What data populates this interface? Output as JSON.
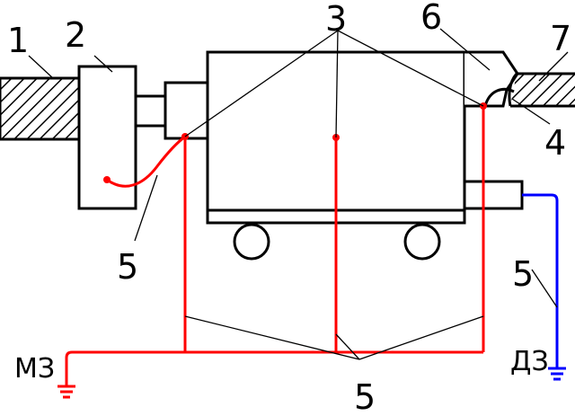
{
  "labels": {
    "l1": "1",
    "l2": "2",
    "l3": "3",
    "l4": "4",
    "l5_left": "5",
    "l5_right": "5",
    "l5_bottom": "5",
    "l6": "6",
    "l7": "7",
    "mz": "МЗ",
    "dz": "ДЗ"
  },
  "colors": {
    "outline": "#000000",
    "main_ground_wire": "#ff0000",
    "extra_ground_wire": "#0000ff",
    "hatch": "#000000"
  },
  "icons": {
    "main_ground": "ground-symbol",
    "extra_ground": "ground-symbol"
  }
}
